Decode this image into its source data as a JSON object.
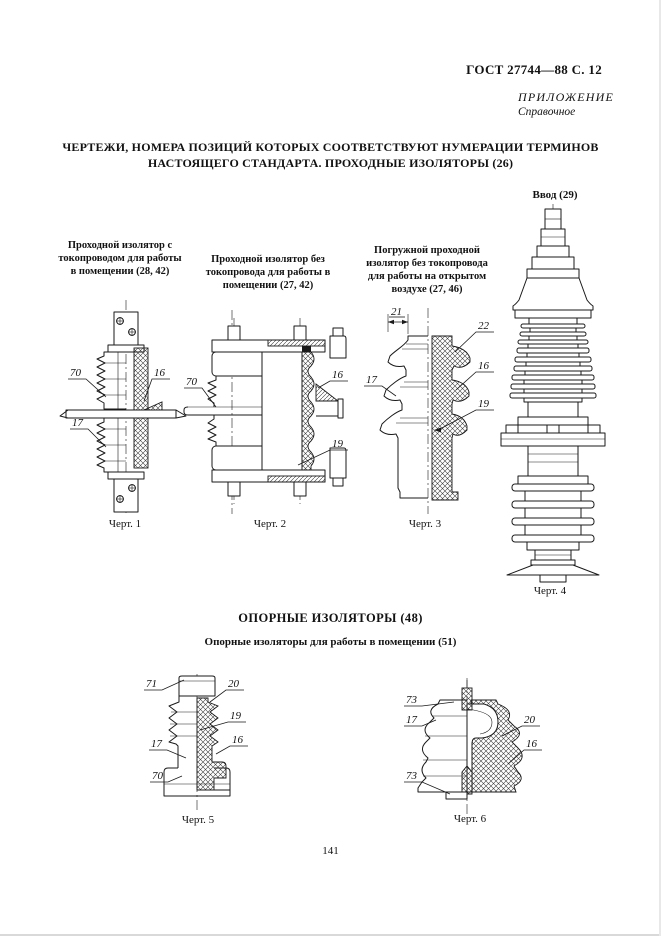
{
  "page": {
    "standard_ref": "ГОСТ 27744—88 С. 12",
    "annex_label": "ПРИЛОЖЕНИЕ",
    "annex_note": "Справочное",
    "title_line1": "ЧЕРТЕЖИ, НОМЕРА ПОЗИЦИЙ КОТОРЫХ СООТВЕТСТВУЮТ НУМЕРАЦИИ ТЕРМИНОВ",
    "title_line2": "НАСТОЯЩЕГО СТАНДАРТА. ПРОХОДНЫЕ ИЗОЛЯТОРЫ (26)",
    "page_number": "141"
  },
  "figures": [
    {
      "caption": "Проходной изолятор с токопроводом для работы в помещении (28, 42)",
      "label": "Черт. 1",
      "callouts": [
        "70",
        "16",
        "17"
      ]
    },
    {
      "caption": "Проходной изолятор без токопровода для работы в помещении (27, 42)",
      "label": "Черт. 2",
      "callouts": [
        "70",
        "16",
        "19"
      ]
    },
    {
      "caption": "Погружной проходной изолятор без токопровода для работы на открытом воздухе (27, 46)",
      "label": "Черт. 3",
      "callouts": [
        "21",
        "22",
        "16",
        "19",
        "17"
      ]
    },
    {
      "caption": "Ввод (29)",
      "label": "Черт. 4",
      "callouts": []
    },
    {
      "label": "Черт. 5",
      "callouts": [
        "71",
        "20",
        "19",
        "17",
        "16",
        "70"
      ]
    },
    {
      "label": "Черт. 6",
      "callouts": [
        "73",
        "17",
        "20",
        "16",
        "73"
      ]
    }
  ],
  "support_section": {
    "heading": "ОПОРНЫЕ ИЗОЛЯТОРЫ (48)",
    "subheading": "Опорные изоляторы для работы в помещении (51)"
  }
}
